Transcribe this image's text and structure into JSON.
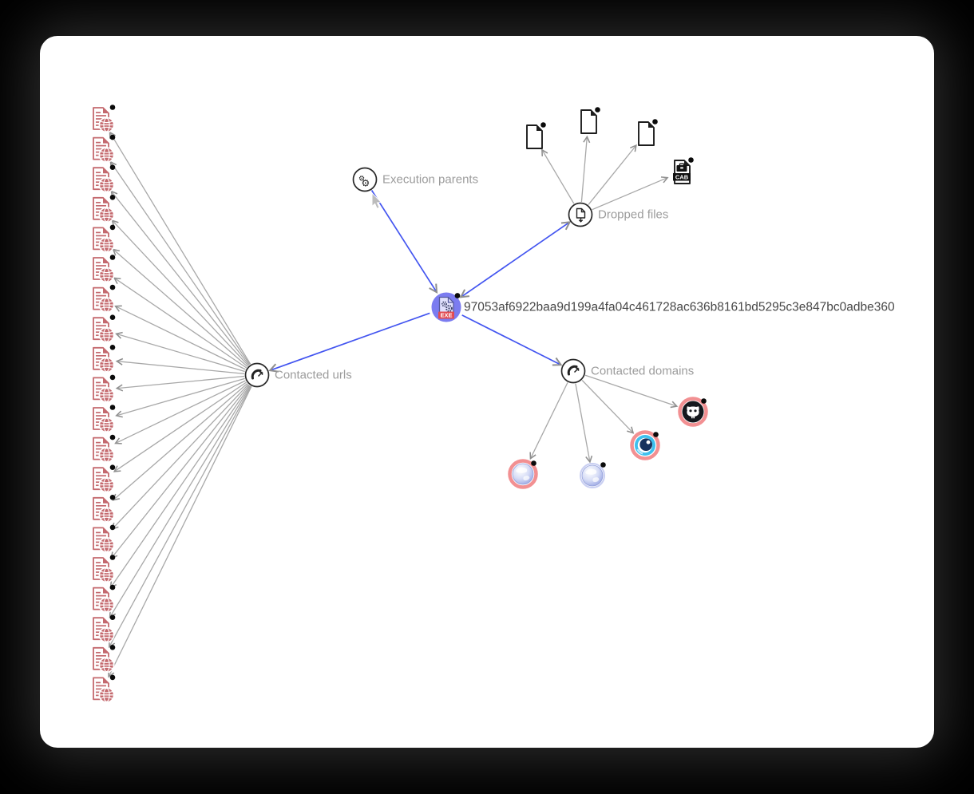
{
  "app": {
    "background": "#000000",
    "canvas_color": "#ffffff"
  },
  "graph": {
    "central_node": {
      "hash": "97053af6922baa9d199a4fa04c461728ac636b8161bd5295c3e847bc0adbe360",
      "badge": "EXE",
      "icon": "executable-file-icon",
      "has_more_indicator": true
    },
    "groups": [
      {
        "id": "execution-parents",
        "label": "Execution parents",
        "icon": "gears-icon",
        "children": []
      },
      {
        "id": "dropped-files",
        "label": "Dropped files",
        "icon": "file-download-icon",
        "children": [
          {
            "icon": "file-icon"
          },
          {
            "icon": "file-icon"
          },
          {
            "icon": "file-icon"
          },
          {
            "icon": "cab-archive-icon",
            "badge": "CAB"
          }
        ]
      },
      {
        "id": "contacted-urls",
        "label": "Contacted urls",
        "icon": "outgoing-call-icon",
        "children": [
          {
            "icon": "url-icon"
          },
          {
            "icon": "url-icon"
          },
          {
            "icon": "url-icon"
          },
          {
            "icon": "url-icon"
          },
          {
            "icon": "url-icon"
          },
          {
            "icon": "url-icon"
          },
          {
            "icon": "url-icon"
          },
          {
            "icon": "url-icon"
          },
          {
            "icon": "url-icon"
          },
          {
            "icon": "url-icon"
          },
          {
            "icon": "url-icon"
          },
          {
            "icon": "url-icon"
          },
          {
            "icon": "url-icon"
          },
          {
            "icon": "url-icon"
          },
          {
            "icon": "url-icon"
          },
          {
            "icon": "url-icon"
          },
          {
            "icon": "url-icon"
          },
          {
            "icon": "url-icon"
          },
          {
            "icon": "url-icon"
          },
          {
            "icon": "url-icon"
          }
        ]
      },
      {
        "id": "contacted-domains",
        "label": "Contacted domains",
        "icon": "outgoing-call-icon",
        "children": [
          {
            "icon": "globe-favicon",
            "flagged": true
          },
          {
            "icon": "globe-favicon",
            "flagged": false
          },
          {
            "icon": "eye-favicon",
            "flagged": true
          },
          {
            "icon": "github-favicon",
            "flagged": true
          }
        ]
      }
    ],
    "colors": {
      "selected_edge": "#4355f0",
      "edge": "#a8a8a8",
      "arrowhead": "#8f8f8f",
      "url_icon": "#c4696e",
      "flag_ring": "#f29092",
      "selected_node_fill": "#7b7cf0",
      "badge_fill": "#e24b52",
      "label_text": "#9c9c9c",
      "hash_text": "#474747"
    }
  }
}
